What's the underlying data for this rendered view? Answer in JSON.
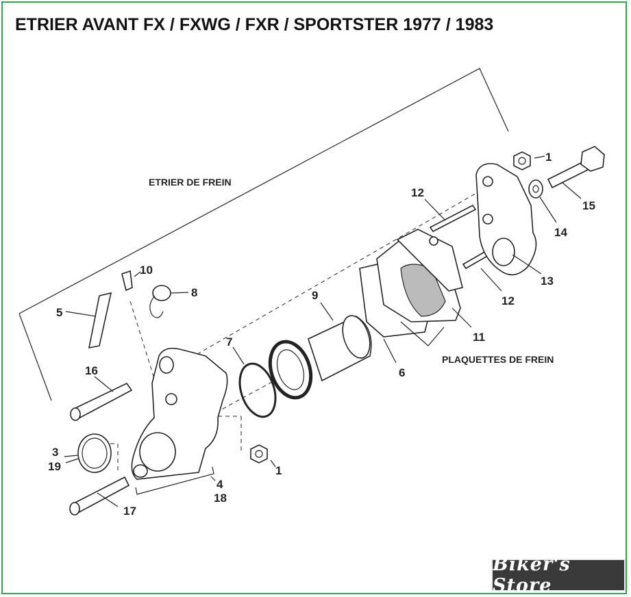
{
  "title": "ETRIER AVANT FX / FXWG / FXR / SPORTSTER 1977 / 1983",
  "group_labels": {
    "caliper": "ETRIER DE FREIN",
    "pads": "PLAQUETTES DE FREIN"
  },
  "callouts": {
    "c1_top": "1",
    "c1_bottom": "1",
    "c3": "3",
    "c19": "19",
    "c4": "4",
    "c18": "18",
    "c5": "5",
    "c6": "6",
    "c7": "7",
    "c8": "8",
    "c9": "9",
    "c10": "10",
    "c11": "11",
    "c12_top": "12",
    "c12_bottom": "12",
    "c13": "13",
    "c14": "14",
    "c15": "15",
    "c16": "16",
    "c17": "17"
  },
  "watermark": "Biker's Store"
}
